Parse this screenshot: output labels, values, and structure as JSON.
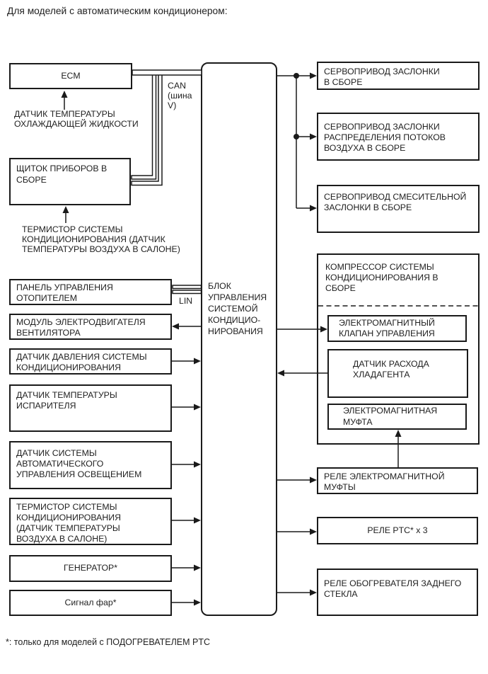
{
  "title": "Для моделей с автоматическим кондиционером:",
  "footnote": "*: только для моделей с ПОДОГРЕВАТЕЛЕМ PTC",
  "colors": {
    "line": "#1a1a1a",
    "text": "#1f1f1f",
    "background": "#ffffff"
  },
  "labels": {
    "can_bus": "CAN\n(шина\nV)",
    "lin_bus": "LIN",
    "coolant_sensor": "ДАТЧИК ТЕМПЕРАТУРЫ\nОХЛАЖДАЮЩЕЙ ЖИДКОСТИ",
    "cabin_thermistor": "ТЕРМИСТОР СИСТЕМЫ\nКОНДИЦИОНИРОВАНИЯ (ДАТЧИК\nТЕМПЕРАТУРЫ ВОЗДУХА В САЛОНЕ)"
  },
  "boxes": {
    "ecm": "ECM",
    "instrument_panel": "ЩИТОК ПРИБОРОВ В\nСБОРЕ",
    "heater_panel": "ПАНЕЛЬ УПРАВЛЕНИЯ\nОТОПИТЕЛЕМ",
    "blower_module": "МОДУЛЬ ЭЛЕКТРОДВИГАТЕЛЯ\nВЕНТИЛЯТОРА",
    "pressure_sensor": "ДАТЧИК ДАВЛЕНИЯ СИСТЕМЫ\nКОНДИЦИОНИРОВАНИЯ",
    "evaporator_sensor": "ДАТЧИК ТЕМПЕРАТУРЫ\nИСПАРИТЕЛЯ",
    "auto_light_sensor": "ДАТЧИК СИСТЕМЫ\nАВТОМАТИЧЕСКОГО\nУПРАВЛЕНИЯ ОСВЕЩЕНИЕМ",
    "cabin_thermistor_box": "ТЕРМИСТОР СИСТЕМЫ\nКОНДИЦИОНИРОВАНИЯ\n(ДАТЧИК ТЕМПЕРАТУРЫ\nВОЗДУХА В САЛОНЕ)",
    "generator": "ГЕНЕРАТОР*",
    "headlight_signal": "Сигнал фар*",
    "ac_control_unit": "БЛОК\nУПРАВЛЕНИЯ\nСИСТЕМОЙ\nКОНДИЦИО-\nНИРОВАНИЯ",
    "servo_damper": "СЕРВОПРИВОД ЗАСЛОНКИ\nВ СБОРЕ",
    "servo_mode": "СЕРВОПРИВОД ЗАСЛОНКИ\nРАСПРЕДЕЛЕНИЯ ПОТОКОВ\nВОЗДУХА В СБОРЕ",
    "servo_mix": "СЕРВОПРИВОД СМЕСИТЕЛЬНОЙ\nЗАСЛОНКИ В СБОРЕ",
    "compressor": "КОМПРЕССОР СИСТЕМЫ\nКОНДИЦИОНИРОВАНИЯ В\nСБОРЕ",
    "solenoid_valve": "ЭЛЕКТРОМАГНИТНЫЙ\nКЛАПАН УПРАВЛЕНИЯ",
    "refrigerant_flow_sensor": "ДАТЧИК РАСХОДА\nХЛАДАГЕНТА",
    "magnetic_clutch": "ЭЛЕКТРОМАГНИТНАЯ\nМУФТА",
    "clutch_relay": "РЕЛЕ ЭЛЕКТРОМАГНИТНОЙ\nМУФТЫ",
    "ptc_relay": "РЕЛЕ PTC* x 3",
    "defogger_relay": "РЕЛЕ ОБОГРЕВАТЕЛЯ ЗАДНЕГО\nСТЕКЛА"
  }
}
